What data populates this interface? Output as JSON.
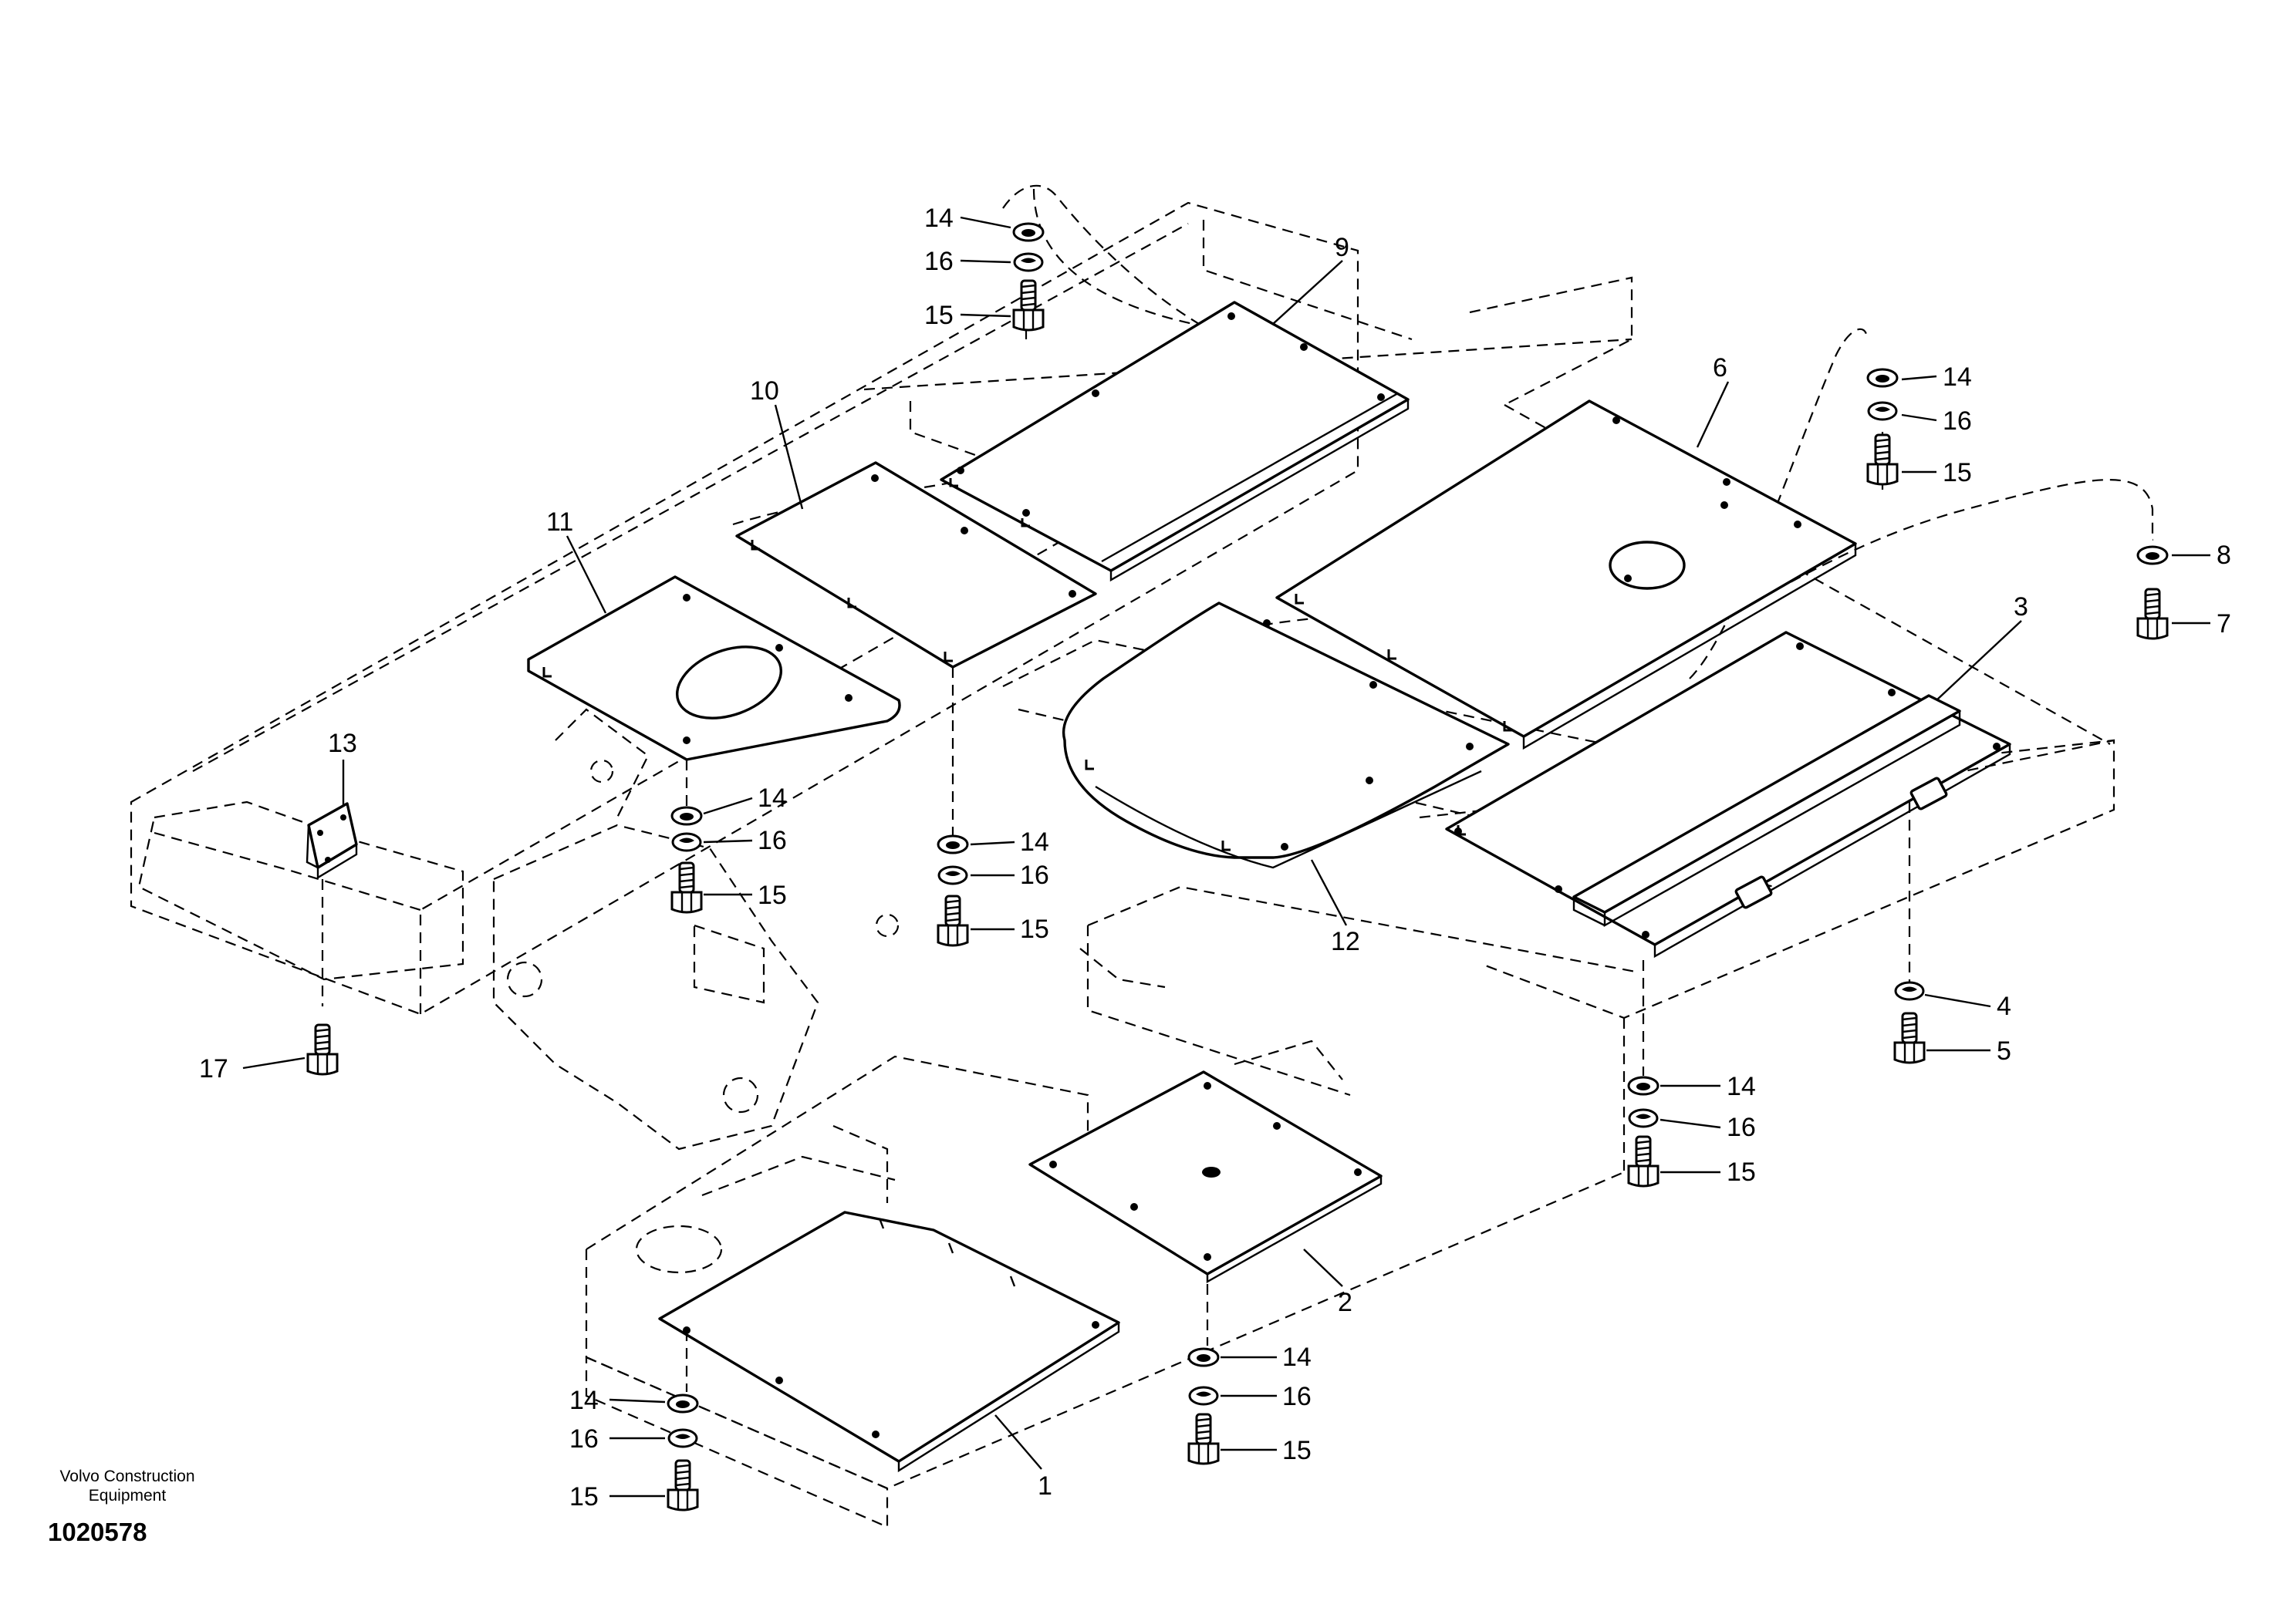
{
  "brand": {
    "line1": "Volvo Construction",
    "line2": "Equipment"
  },
  "drawing_number": "1020578",
  "callouts": {
    "c1": "1",
    "c2": "2",
    "c3": "3",
    "c4": "4",
    "c5": "5",
    "c6": "6",
    "c7": "7",
    "c8": "8",
    "c9": "9",
    "c10": "10",
    "c11": "11",
    "c12": "12",
    "c13": "13",
    "c17": "17",
    "c14": "14",
    "c15": "15",
    "c16": "16"
  }
}
